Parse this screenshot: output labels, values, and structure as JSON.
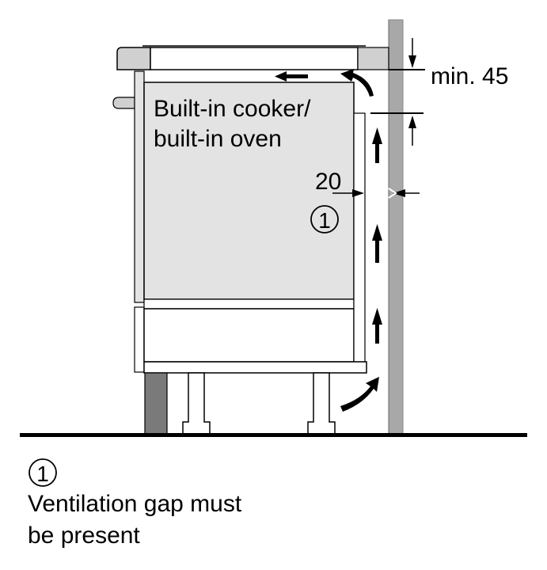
{
  "diagram": {
    "appliance_label_line1": "Built-in cooker/",
    "appliance_label_line2": "built-in oven",
    "dimension_top": "min. 45",
    "dimension_gap": "20",
    "callout_marker": "1",
    "colors": {
      "line": "#000000",
      "appliance_fill": "#e3e3e3",
      "worktop_fill": "#d0d0d0",
      "wall_fill": "#a8a8a8",
      "plinth_fill": "#7a7a7a",
      "background": "#ffffff"
    }
  },
  "legend": {
    "marker": "1",
    "text_line1": "Ventilation gap must",
    "text_line2": "be present"
  }
}
